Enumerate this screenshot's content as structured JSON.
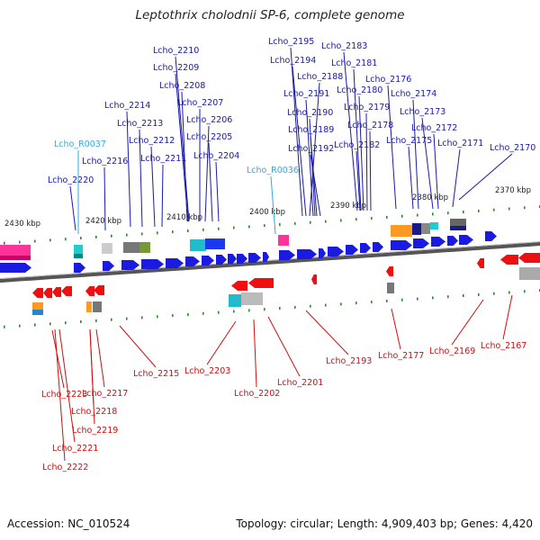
{
  "title": "Leptothrix cholodnii SP-6, complete genome",
  "footer": {
    "accession": "Accession: NC_010524",
    "summary": "Topology: circular; Length: 4,909,403 bp; Genes: 4,420"
  },
  "colors": {
    "forward_label": "#1a1aa6",
    "reverse_label": "#cc1010",
    "rna_label": "#33aadd",
    "forward_gene": "#1a1ae0",
    "reverse_gene": "#ee1010",
    "backbone": "#555555"
  },
  "kbp_labels": [
    "2430 kbp",
    "2420 kbp",
    "2410 kbp",
    "2400 kbp",
    "2390 kbp",
    "2380 kbp",
    "2370 kbp"
  ],
  "upper_labels": [
    "Lcho_2210",
    "Lcho_2209",
    "Lcho_2208",
    "Lcho_2207",
    "Lcho_2206",
    "Lcho_2205",
    "Lcho_2204",
    "Lcho_2214",
    "Lcho_2213",
    "Lcho_2212",
    "Lcho_2211",
    "Lcho_2216",
    "Lcho_2220",
    "Lcho_2195",
    "Lcho_2194",
    "Lcho_2191",
    "Lcho_2190",
    "Lcho_2189",
    "Lcho_2192",
    "Lcho_2188",
    "Lcho_2183",
    "Lcho_2181",
    "Lcho_2180",
    "Lcho_2179",
    "Lcho_2178",
    "Lcho_2182",
    "Lcho_2176",
    "Lcho_2174",
    "Lcho_2173",
    "Lcho_2172",
    "Lcho_2175",
    "Lcho_2171",
    "Lcho_2170"
  ],
  "rna_labels": [
    "Lcho_R0037",
    "Lcho_R0036"
  ],
  "lower_labels": [
    "Lcho_2215",
    "Lcho_2203",
    "Lcho_2202",
    "Lcho_2201",
    "Lcho_2193",
    "Lcho_2177",
    "Lcho_2169",
    "Lcho_2167",
    "Lcho_2223",
    "Lcho_2217",
    "Lcho_2218",
    "Lcho_2219",
    "Lcho_2221",
    "Lcho_2222"
  ]
}
